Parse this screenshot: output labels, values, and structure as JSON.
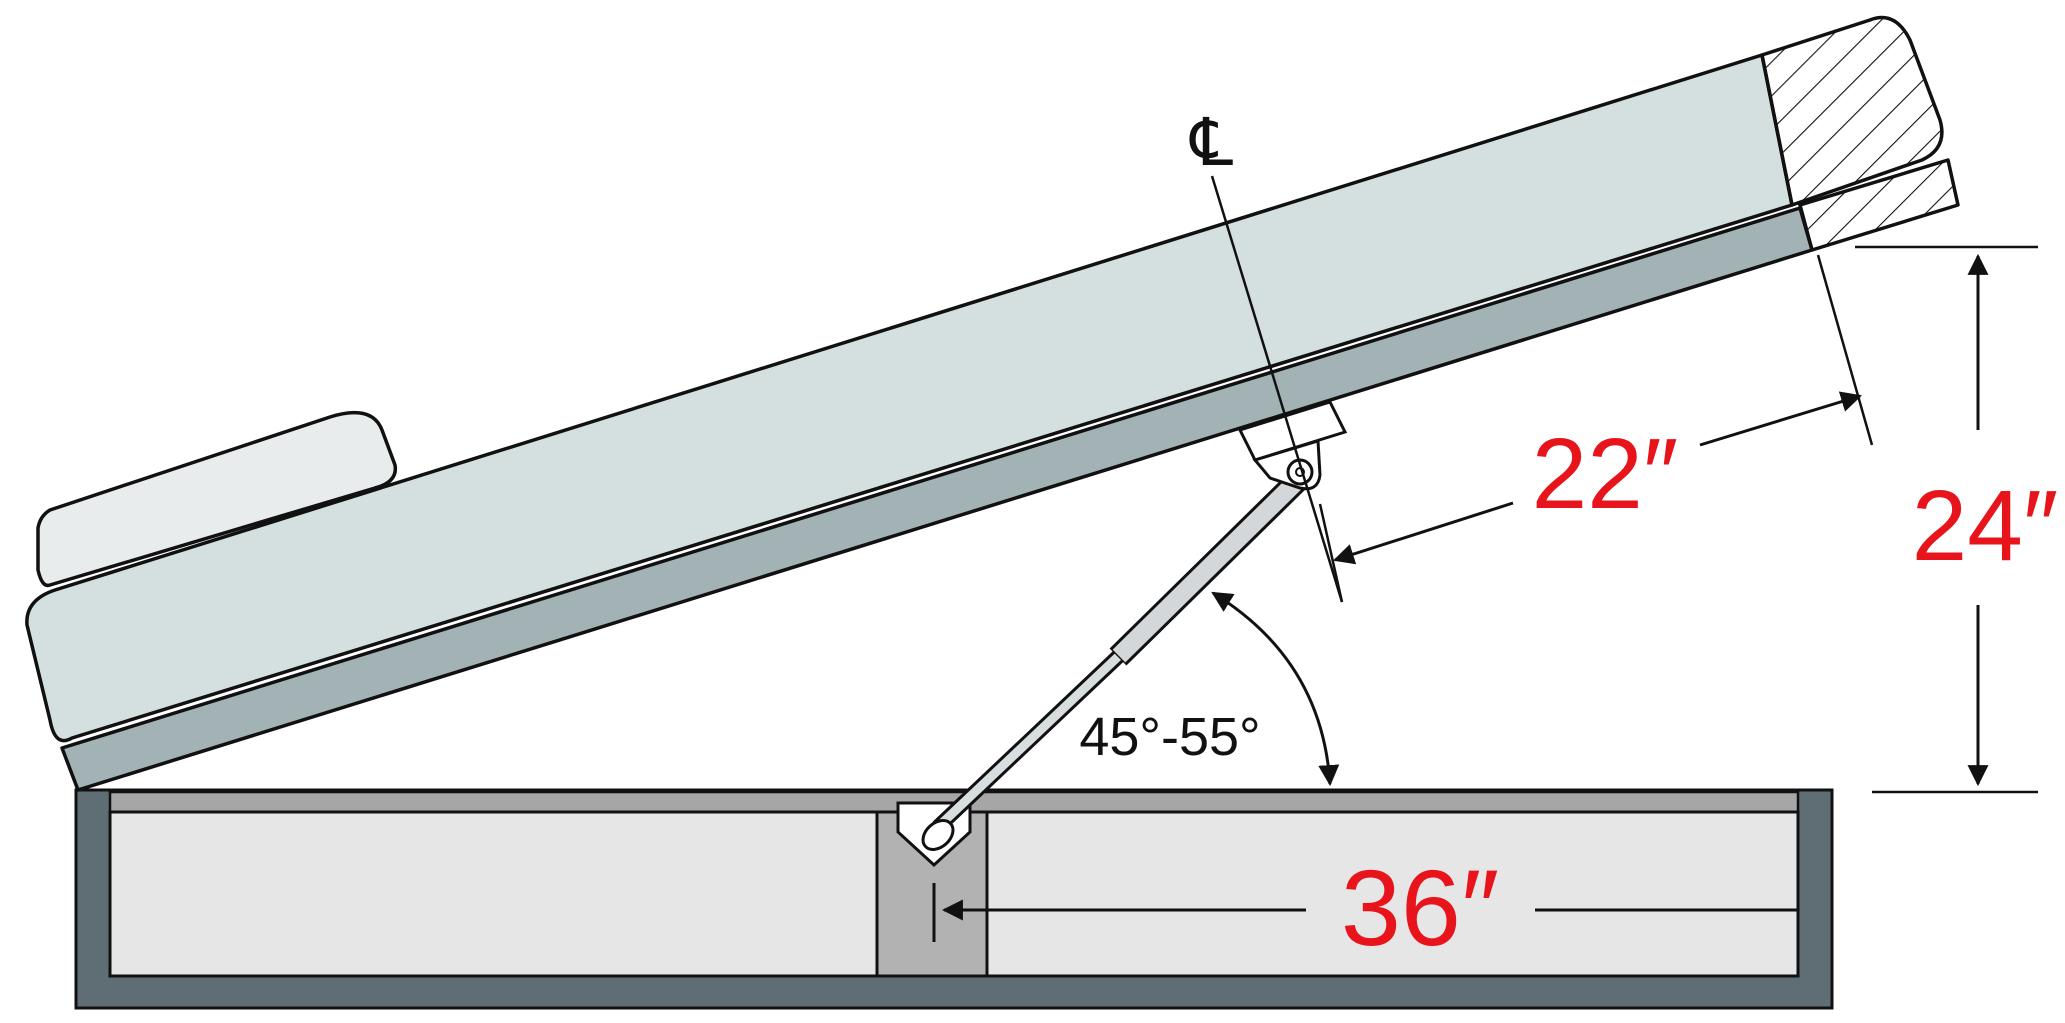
{
  "labels": {
    "centerline": "℄",
    "dim_hinge_to_mount": "22″",
    "dim_lift_height": "24″",
    "dim_base_length": "36″",
    "angle_range": "45°-55°"
  },
  "colors": {
    "dimension_text": "#e8141c",
    "mattress_fill": "#d4dfe0",
    "platform_fill": "#a3b3b5",
    "pillow_fill": "#e8eced",
    "frame_fill": "#5f6e75",
    "base_inner_fill": "#e6e6e6",
    "base_rail_fill": "#a6a6a6",
    "bracket_fill": "#b2b2b2",
    "outline": "#111111"
  }
}
